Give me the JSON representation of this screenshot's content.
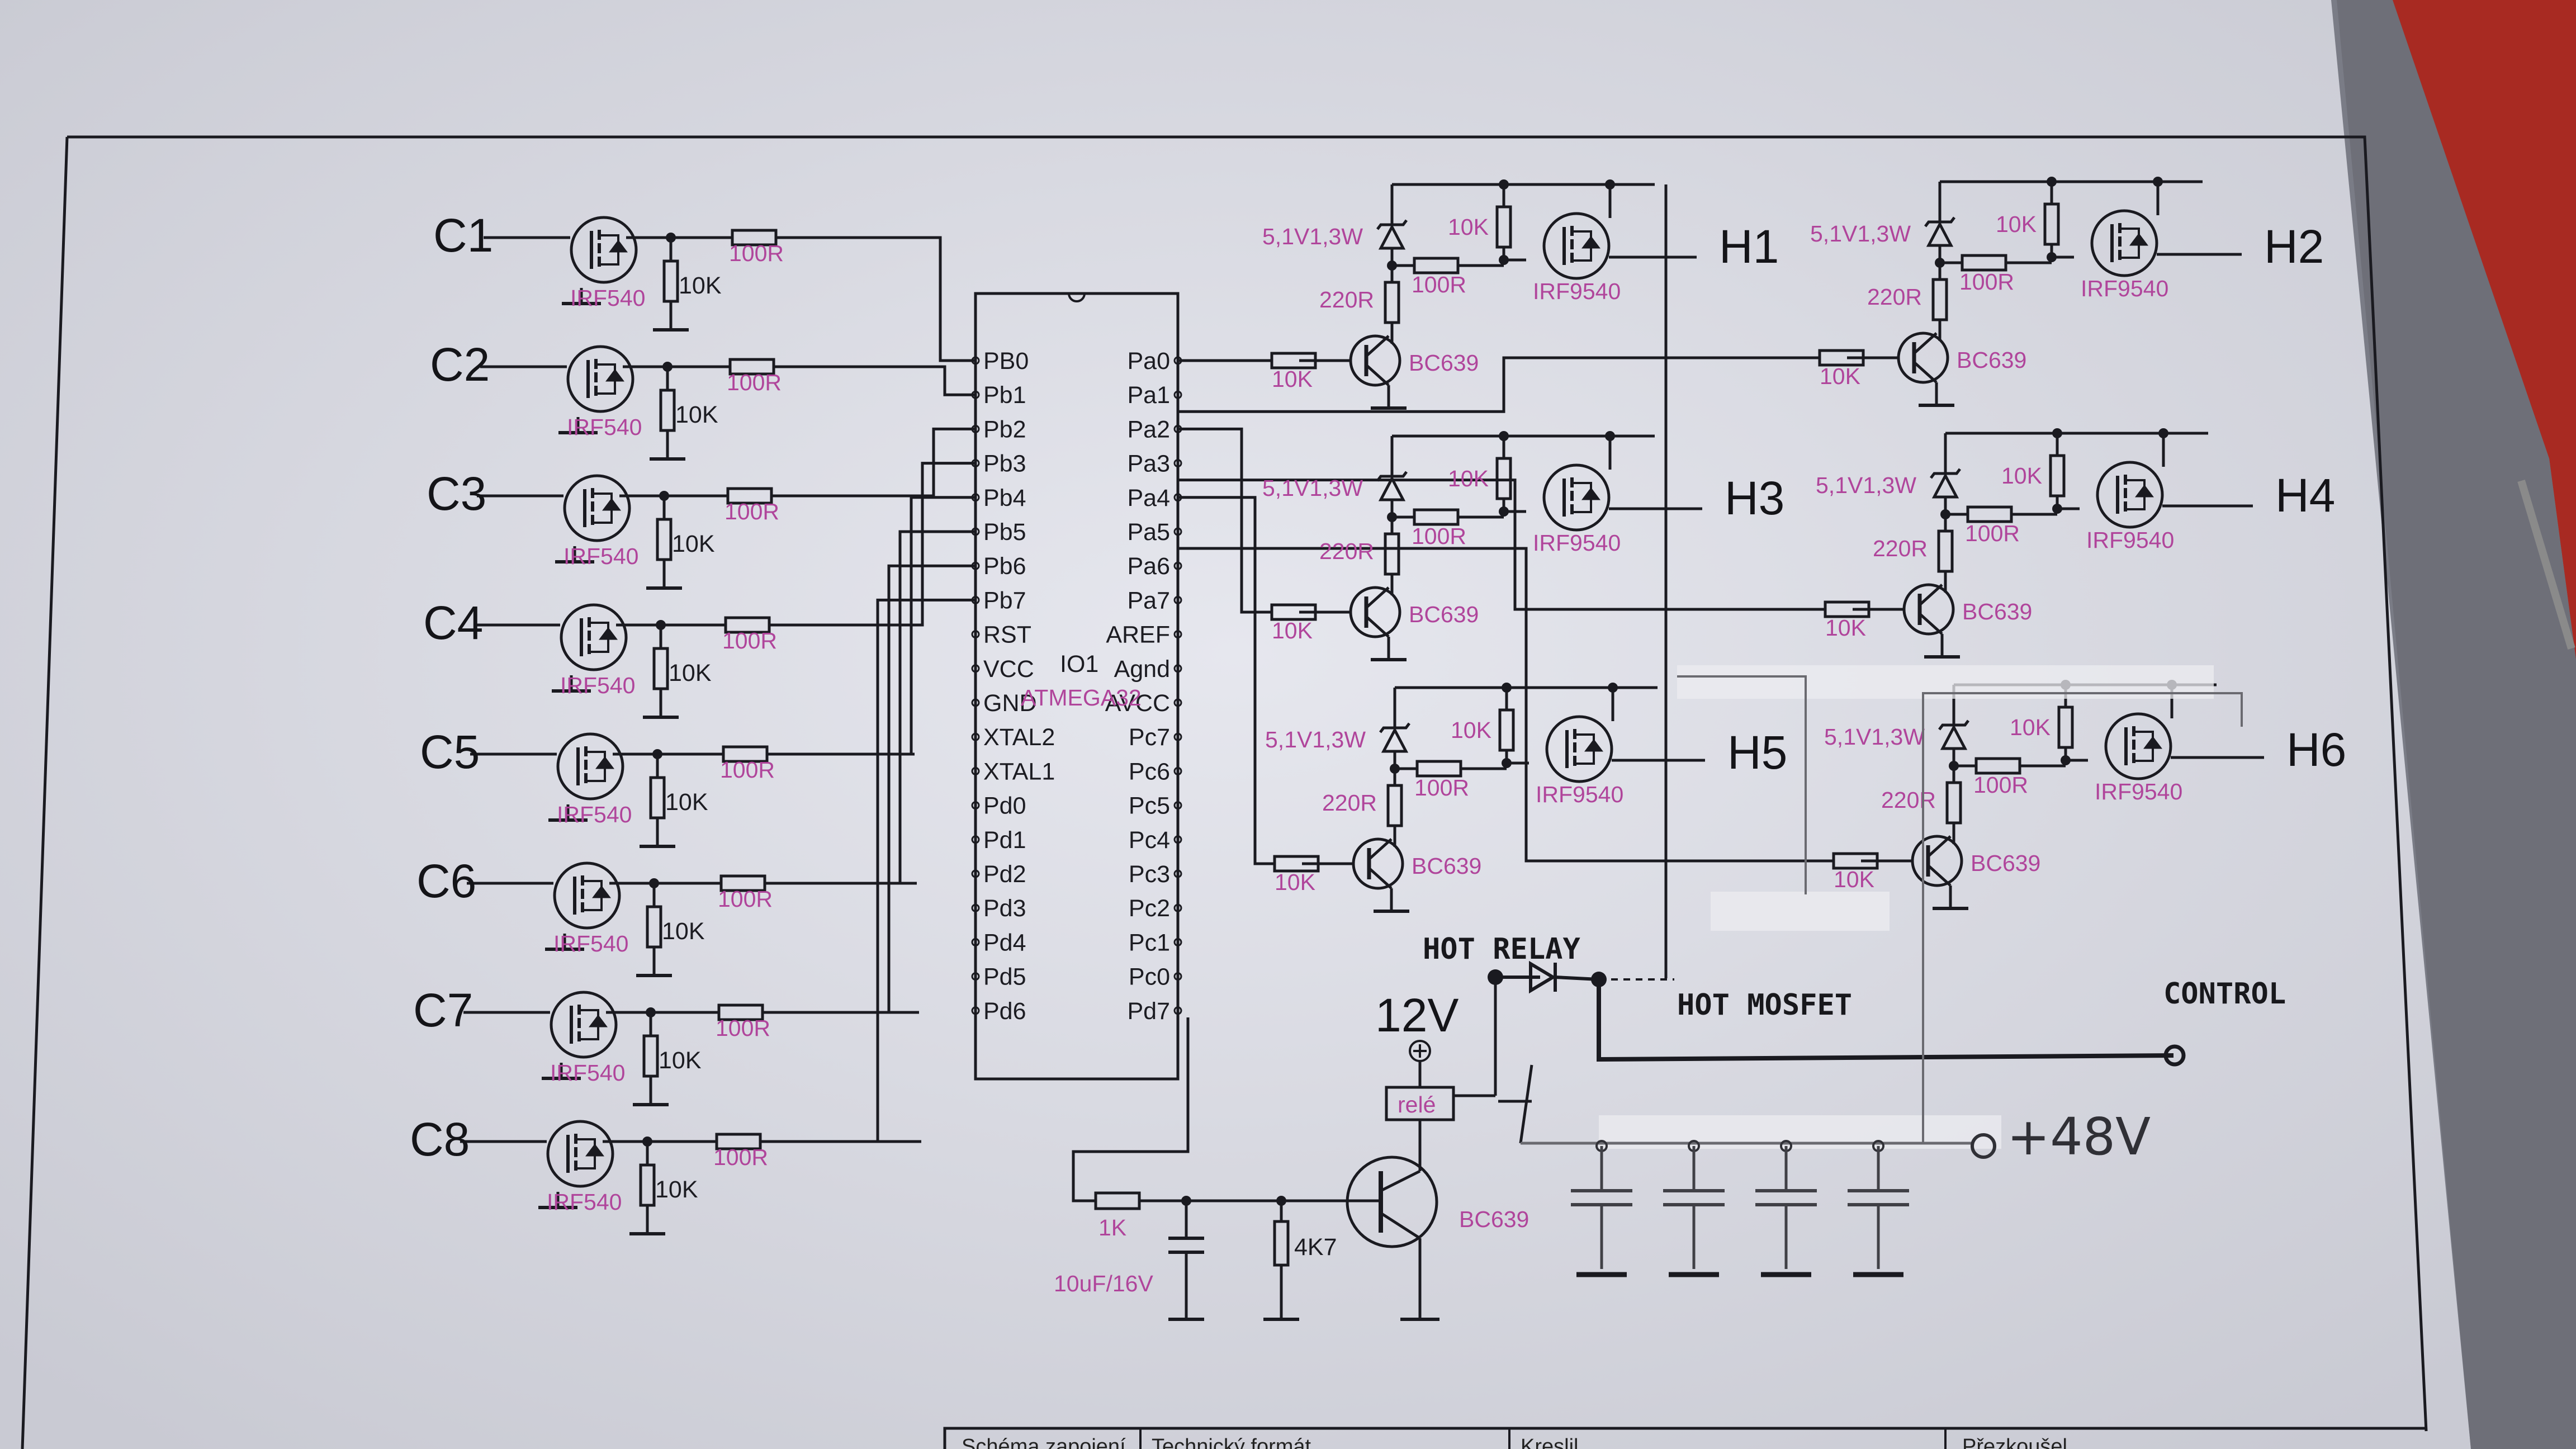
{
  "colors": {
    "background": "#7a7c86",
    "paper": "#dedfe6",
    "ink": "#1a1a20",
    "component_label": "#b0459b",
    "pencil": "#6a6a70"
  },
  "chip": {
    "ref": "IO1",
    "part": "ATMEGA32",
    "left_pins": [
      "PB0",
      "Pb1",
      "Pb2",
      "Pb3",
      "Pb4",
      "Pb5",
      "Pb6",
      "Pb7",
      "RST",
      "VCC",
      "GND",
      "XTAL2",
      "XTAL1",
      "Pd0",
      "Pd1",
      "Pd2",
      "Pd3",
      "Pd4",
      "Pd5",
      "Pd6"
    ],
    "right_pins": [
      "Pa0",
      "Pa1",
      "Pa2",
      "Pa3",
      "Pa4",
      "Pa5",
      "Pa6",
      "Pa7",
      "AREF",
      "Agnd",
      "AVCC",
      "Pc7",
      "Pc6",
      "Pc5",
      "Pc4",
      "Pc3",
      "Pc2",
      "Pc1",
      "Pc0",
      "Pd7"
    ]
  },
  "cold_channels": {
    "labels": [
      "C1",
      "C2",
      "C3",
      "C4",
      "C5",
      "C6",
      "C7",
      "C8"
    ],
    "mosfet": "IRF540",
    "gate_resistor": "100R",
    "pulldown_resistor": "10K"
  },
  "hot_channels": {
    "labels": [
      "H1",
      "H2",
      "H3",
      "H4",
      "H5",
      "H6"
    ],
    "zener": "5,1V1,3W",
    "pullup_resistor": "10K",
    "gate_resistor": "100R",
    "emitter_resistor": "220R",
    "mosfet": "IRF9540",
    "driver": "BC639",
    "base_resistor": "10K"
  },
  "relay_driver": {
    "supply": "12V",
    "relay": "relé",
    "transistor": "BC639",
    "base_resistor": "1K",
    "capacitor": "10uF/16V",
    "pulldown": "4K7"
  },
  "handwritten": {
    "hot_relay": "HOT RELAY",
    "hot_mosfet": "HOT MOSFET",
    "control": "CONTROL",
    "supply_48v": "+48V"
  },
  "title_block": {
    "left_cell": "Schéma zapojení",
    "middle_cell": "Technický formát",
    "right_cell": "Kreslil",
    "far_right_cell": "Přezkoušel"
  }
}
